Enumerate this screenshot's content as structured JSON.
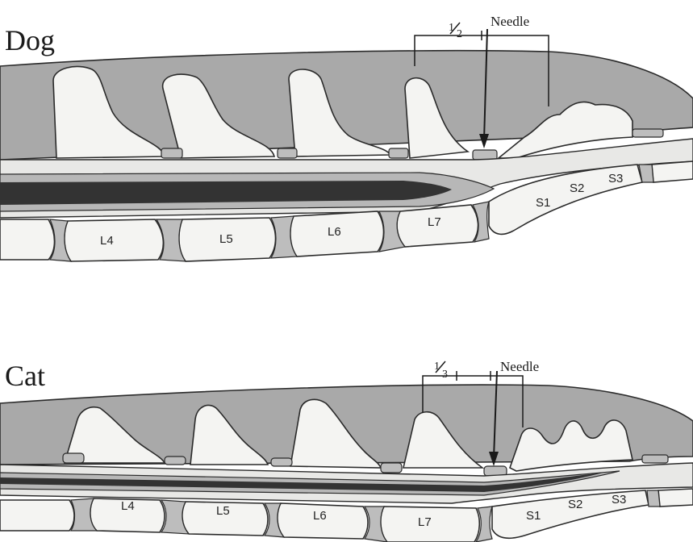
{
  "panels": [
    {
      "id": "dog",
      "title": "Dog",
      "fraction": {
        "numerator": "1",
        "denominator": "2"
      },
      "needle_label": "Needle",
      "lumbar_labels": [
        "L4",
        "L5",
        "L6",
        "L7"
      ],
      "sacral_labels": [
        "S1",
        "S2",
        "S3"
      ]
    },
    {
      "id": "cat",
      "title": "Cat",
      "fraction": {
        "numerator": "1",
        "denominator": "3"
      },
      "needle_label": "Needle",
      "lumbar_labels": [
        "L4",
        "L5",
        "L6",
        "L7"
      ],
      "sacral_labels": [
        "S1",
        "S2",
        "S3"
      ]
    }
  ],
  "colors": {
    "muscle": "#a9a9a9",
    "bone": "#f4f4f2",
    "disc": "#bdbdbd",
    "spinal_cord": "#333333",
    "dura": "#b7b7b7",
    "outline": "#2a2a2a"
  }
}
